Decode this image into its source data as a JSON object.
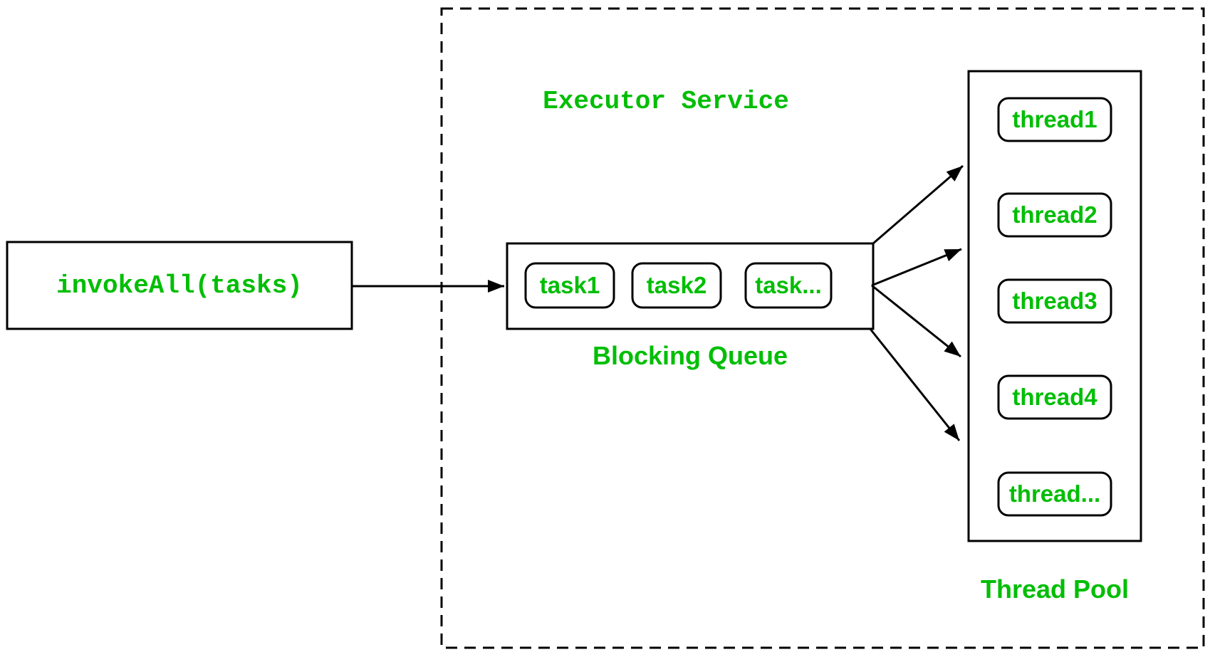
{
  "colors": {
    "accent_green": "#00be05",
    "stroke_black": "#000000",
    "background": "#ffffff"
  },
  "executor_service": {
    "title": "Executor Service"
  },
  "caller": {
    "label": "invokeAll(tasks)"
  },
  "blocking_queue": {
    "caption": "Blocking Queue",
    "tasks": [
      "task1",
      "task2",
      "task..."
    ]
  },
  "thread_pool": {
    "caption": "Thread Pool",
    "threads": [
      "thread1",
      "thread2",
      "thread3",
      "thread4",
      "thread..."
    ]
  }
}
